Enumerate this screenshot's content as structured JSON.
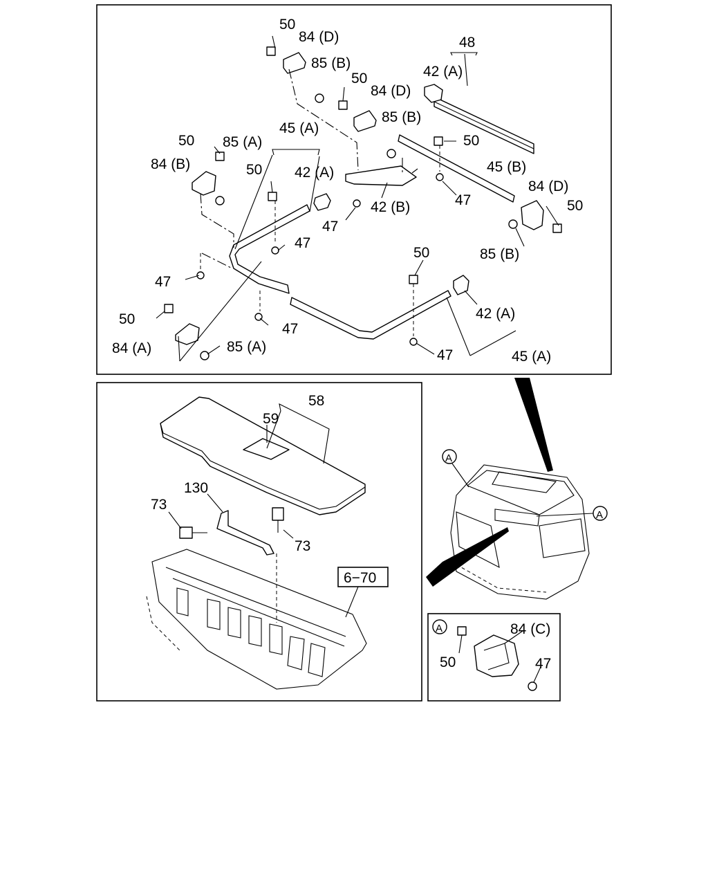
{
  "panel_top": {
    "labels": {
      "p48": "48",
      "p50_a": "50",
      "p84d_a": "84 (D)",
      "p85b_a": "85 (B)",
      "p42a_a": "42 (A)",
      "p50_b": "50",
      "p84d_b": "84 (D)",
      "p85b_b": "85 (B)",
      "p45a_a": "45 (A)",
      "p50_c": "50",
      "p85a_a": "85 (A)",
      "p84b": "84 (B)",
      "p50_d": "50",
      "p42a_b": "42 (A)",
      "p50_e": "50",
      "p45b": "45 (B)",
      "p84d_c": "84 (D)",
      "p50_f": "50",
      "p47_a": "47",
      "p42b": "42 (B)",
      "p47_b": "47",
      "p85b_c": "85 (B)",
      "p47_c": "47",
      "p50_g": "50",
      "p47_d": "47",
      "p42a_c": "42 (A)",
      "p50_h": "50",
      "p47_e": "47",
      "p84a": "84 (A)",
      "p85a_b": "85 (A)",
      "p47_f": "47",
      "p45a_b": "45 (A)"
    }
  },
  "panel_bottom_left": {
    "labels": {
      "p58": "58",
      "p59": "59",
      "p130": "130",
      "p73_a": "73",
      "p73_b": "73",
      "ref": "6−70"
    }
  },
  "panel_vehicle": {
    "callout_a_left": "A",
    "callout_a_right": "A"
  },
  "panel_detail_a": {
    "marker": "A",
    "labels": {
      "p84c": "84 (C)",
      "p50": "50",
      "p47": "47"
    }
  }
}
